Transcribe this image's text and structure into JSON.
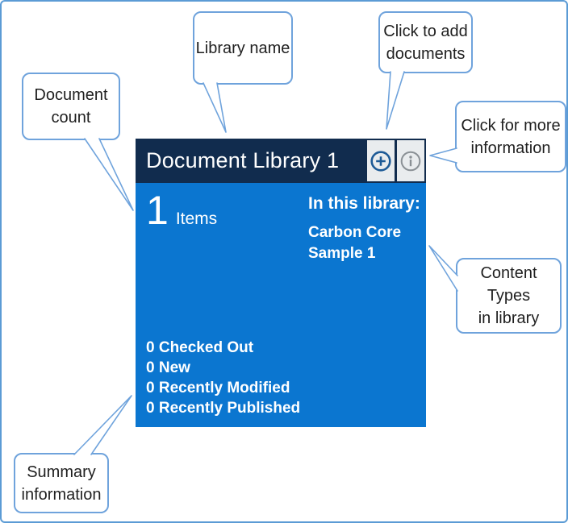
{
  "colors": {
    "frame-border": "#5B9BD5",
    "callout-border": "#6FA3DC",
    "header-bg": "#112C4E",
    "body-bg": "#0B76D0",
    "tile-text": "#FFFFFF",
    "icon-button-bg": "#E9ECEE",
    "add-icon": "#1D5A96",
    "info-icon": "#8A9095",
    "callout-text": "#1F1F1F"
  },
  "tile": {
    "title": "Document Library 1",
    "item_count": "1",
    "item_label": "Items",
    "in_library_heading": "In this library:",
    "content_type_lines": [
      "Carbon Core",
      "Sample 1"
    ],
    "summary_lines": [
      "0 Checked Out",
      "0 New",
      "0 Recently Modified",
      "0 Recently Published"
    ],
    "add_button_icon": "plus-circle",
    "info_button_icon": "info-circle"
  },
  "callouts": {
    "document_count": {
      "line1": "Document",
      "line2": "count"
    },
    "library_name": {
      "line1": "Library name"
    },
    "click_to_add": {
      "line1": "Click to add",
      "line2": "documents"
    },
    "click_for_more": {
      "line1": "Click for more",
      "line2": "information"
    },
    "content_types": {
      "line1": "Content Types",
      "line2": "in library"
    },
    "summary_information": {
      "line1": "Summary",
      "line2": "information"
    }
  }
}
